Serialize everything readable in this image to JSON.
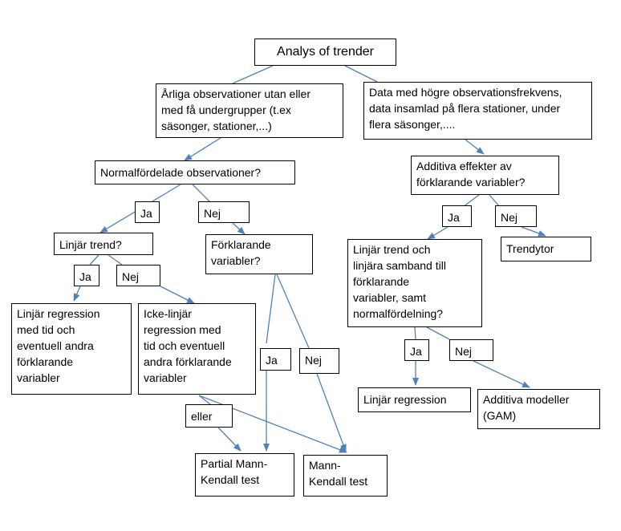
{
  "flowchart": {
    "root": "Analys of trender",
    "annual": "Årliga observationer utan  eller\nmed få undergrupper (t.ex\nsäsonger, stationer,...)",
    "highfreq": "Data med högre observationsfrekvens,\ndata insamlad på flera stationer, under\nflera säsonger,....",
    "normal": "Normalfördelade observationer?",
    "ja1": "Ja",
    "nej1": "Nej",
    "lintrend": "Linjär trend?",
    "forklarande": "Förklarande\nvariabler?",
    "ja2": "Ja",
    "nej2": "Nej",
    "linreg": "Linjär regression\nmed tid och\neventuell andra\nförklarande\nvariabler",
    "ickelinjar": "Icke-linjär\nregression med\ntid och eventuell\nandra förklarande\nvariabler",
    "ja3": "Ja",
    "nej3": "Nej",
    "eller": "eller",
    "partial": "Partial Mann-\nKendall test",
    "mk": "Mann-\nKendall test",
    "additiva_q": "Additiva effekter av\nförklarande variabler?",
    "ja4": "Ja",
    "nej4": "Nej",
    "trendytor": "Trendytor",
    "lintrend2": "Linjär trend och\nlinjära samband till\nförklarande\nvariabler, samt\nnormalfördelning?",
    "ja5": "Ja",
    "nej5": "Nej",
    "linreg2": "Linjär regression",
    "gam": "Additiva modeller\n(GAM)"
  },
  "colors": {
    "arrow": "#4f81bd",
    "border": "#000000"
  }
}
